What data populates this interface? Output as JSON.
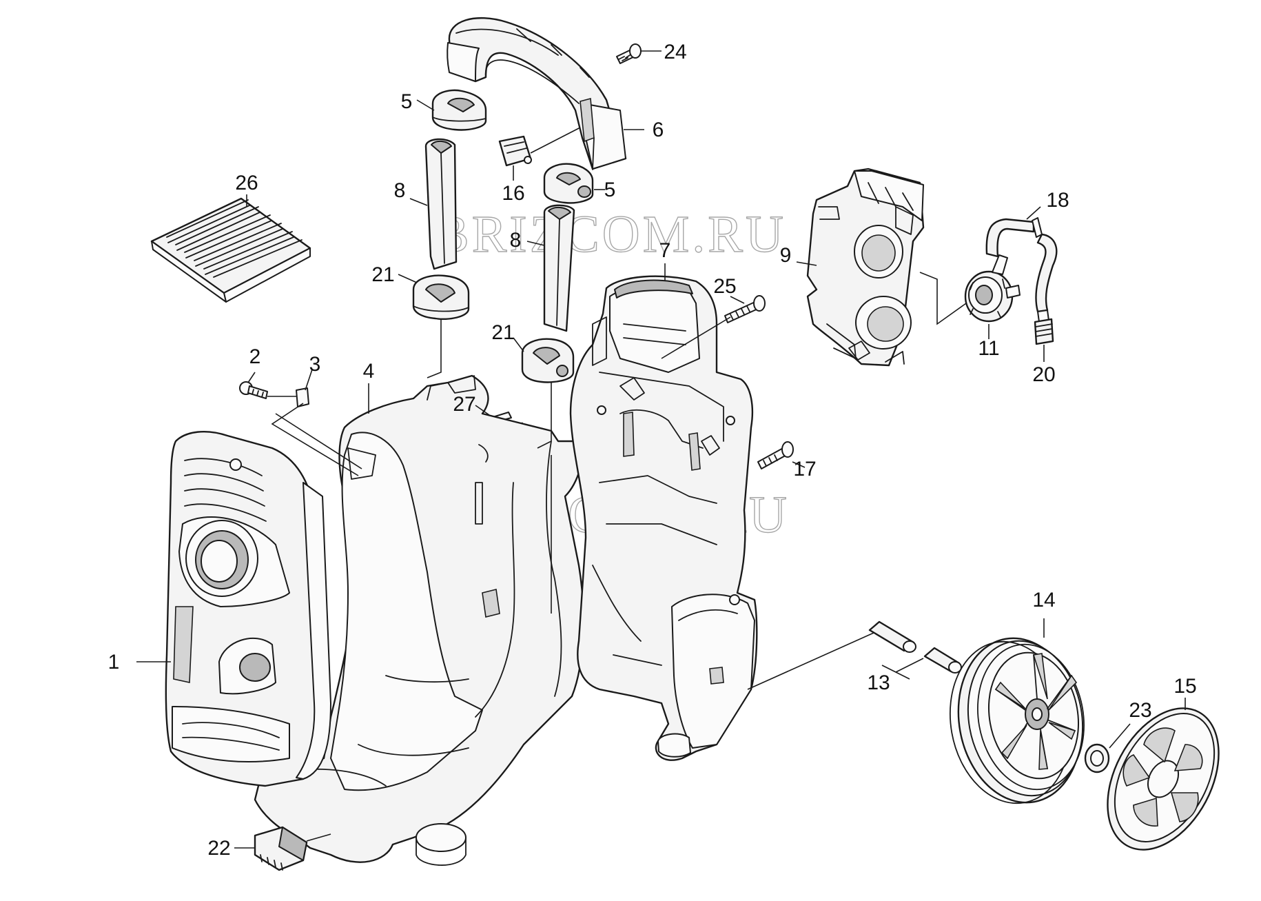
{
  "diagram": {
    "callouts": [
      {
        "id": "c1",
        "label": "1"
      },
      {
        "id": "c2",
        "label": "2"
      },
      {
        "id": "c3",
        "label": "3"
      },
      {
        "id": "c4",
        "label": "4"
      },
      {
        "id": "c5a",
        "label": "5"
      },
      {
        "id": "c5b",
        "label": "5"
      },
      {
        "id": "c6",
        "label": "6"
      },
      {
        "id": "c7",
        "label": "7"
      },
      {
        "id": "c8a",
        "label": "8"
      },
      {
        "id": "c8b",
        "label": "8"
      },
      {
        "id": "c9",
        "label": "9"
      },
      {
        "id": "c11",
        "label": "11"
      },
      {
        "id": "c13",
        "label": "13"
      },
      {
        "id": "c14",
        "label": "14"
      },
      {
        "id": "c15",
        "label": "15"
      },
      {
        "id": "c16",
        "label": "16"
      },
      {
        "id": "c17",
        "label": "17"
      },
      {
        "id": "c18",
        "label": "18"
      },
      {
        "id": "c20",
        "label": "20"
      },
      {
        "id": "c21a",
        "label": "21"
      },
      {
        "id": "c21b",
        "label": "21"
      },
      {
        "id": "c22",
        "label": "22"
      },
      {
        "id": "c23",
        "label": "23"
      },
      {
        "id": "c24",
        "label": "24"
      },
      {
        "id": "c25",
        "label": "25"
      },
      {
        "id": "c26",
        "label": "26"
      },
      {
        "id": "c27",
        "label": "27"
      }
    ],
    "watermark": "BRIZCOM.RU"
  }
}
